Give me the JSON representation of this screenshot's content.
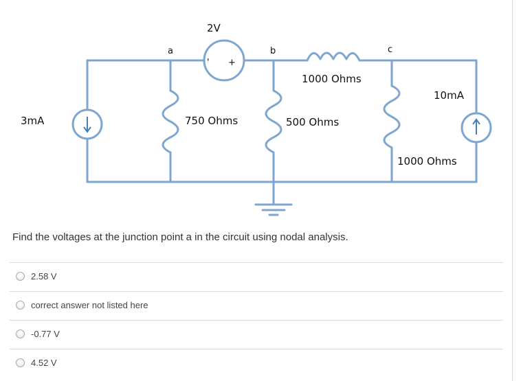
{
  "circuit": {
    "voltage_source_label": "2V",
    "source_minus": "'",
    "source_plus": "+",
    "node_a": "a",
    "node_b": "b",
    "node_c": "c",
    "left_current_source": "3mA",
    "right_current_source": "10mA",
    "resistor_750": "750 Ohms",
    "resistor_top_1000": "1000 Ohms",
    "resistor_500": "500 Ohms",
    "resistor_right_1000": "1000 Ohms"
  },
  "question": "Find the voltages at the junction point a in the circuit using nodal analysis.",
  "answers": [
    {
      "label": "2.58 V"
    },
    {
      "label": "correct answer not listed here"
    },
    {
      "label": "-0.77 V"
    },
    {
      "label": "4.52 V"
    }
  ],
  "colors": {
    "wire": "#7ea6cf",
    "arrow": "#4a7fb5"
  }
}
